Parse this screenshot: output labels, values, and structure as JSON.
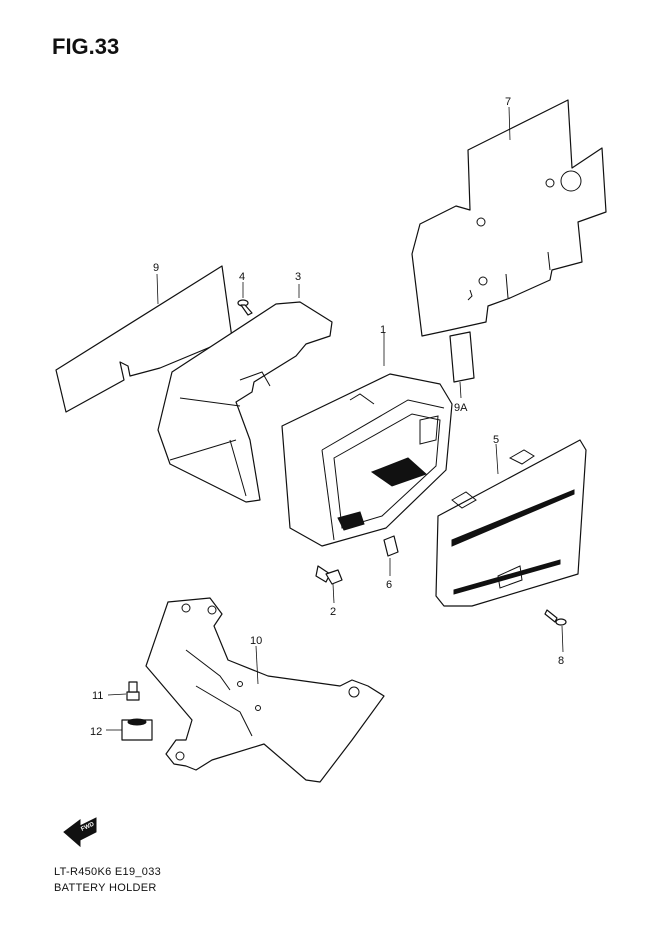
{
  "figure": {
    "title": "FIG.33",
    "code": "LT-R450K6 E19_033",
    "name": "BATTERY HOLDER"
  },
  "callouts": [
    "1",
    "2",
    "3",
    "4",
    "5",
    "6",
    "7",
    "8",
    "9",
    "9A",
    "10",
    "11",
    "12"
  ],
  "front_arrow": {
    "icon": "front-direction-arrow-icon",
    "text": "FWD"
  }
}
